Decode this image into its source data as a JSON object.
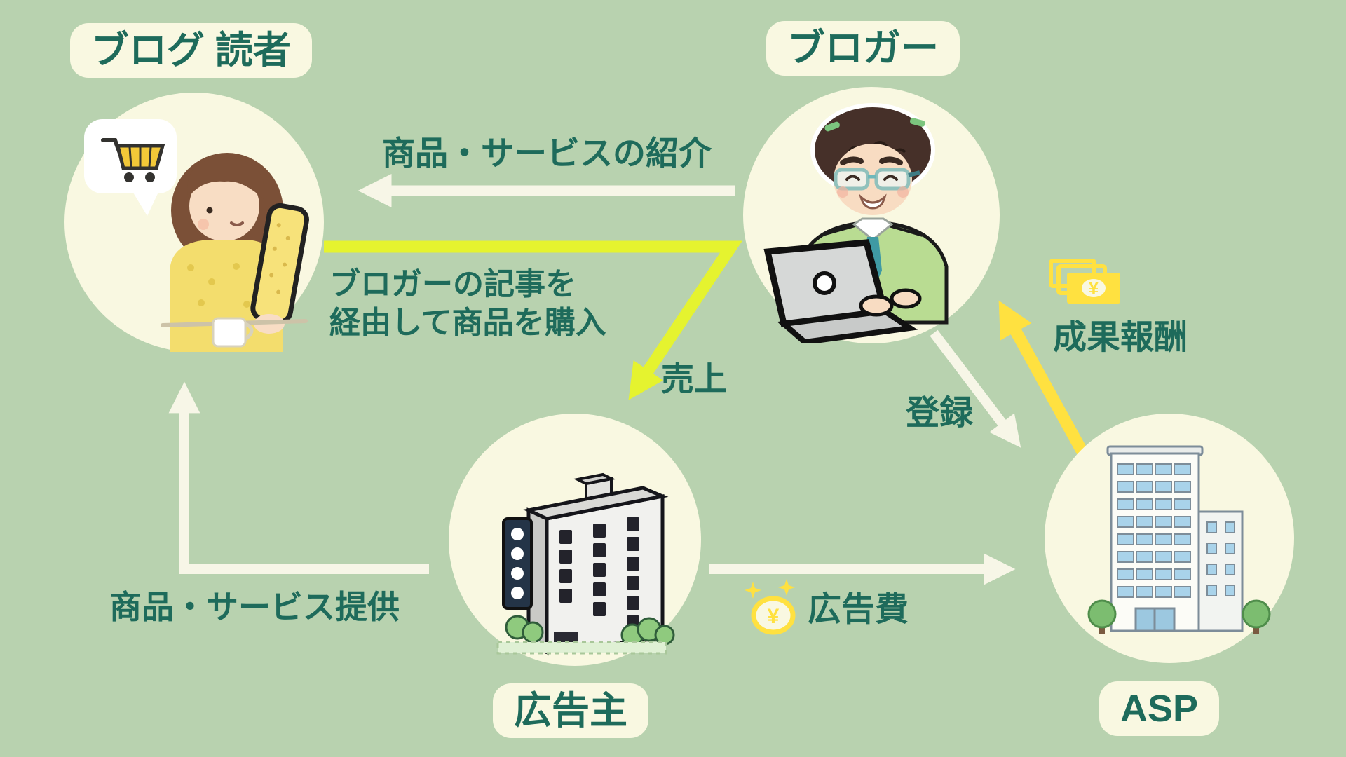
{
  "palette": {
    "background": "#b8d2af",
    "node_fill": "#f9f8e1",
    "label_background": "#f9f8e1",
    "text": "#1e6b5b",
    "arrow_cream": "#f7f6e7",
    "arrow_lime": "#e5f32f",
    "arrow_gold": "#ffe140",
    "icon_yellow": "#ffe140"
  },
  "nodes": {
    "reader": {
      "label": "ブログ 読者"
    },
    "blogger": {
      "label": "ブロガー"
    },
    "advertiser": {
      "label": "広告主"
    },
    "asp": {
      "label": "ASP"
    }
  },
  "edges": {
    "intro": {
      "label": "商品・サービスの紹介",
      "from": "ブロガー",
      "to": "ブログ 読者",
      "style": "cream"
    },
    "purchase": {
      "line1": "ブロガーの記事を",
      "line2": "経由して商品を購入",
      "from": "ブログ 読者",
      "to": "広告主",
      "style": "lime"
    },
    "sales": {
      "label": "売上"
    },
    "register": {
      "label": "登録",
      "from": "ブロガー",
      "to": "ASP",
      "style": "cream"
    },
    "reward": {
      "label": "成果報酬",
      "from": "ASP",
      "to": "ブロガー",
      "style": "gold"
    },
    "ad_fee": {
      "label": "広告費",
      "from": "広告主",
      "to": "ASP",
      "style": "cream"
    },
    "provide": {
      "label": "商品・サービス提供",
      "from": "広告主",
      "to": "ブログ 読者",
      "style": "cream"
    }
  },
  "icons": {
    "yen_symbol": "¥",
    "banknotes": "yen-banknotes-icon",
    "coin": "yen-coin-icon",
    "cart": "shopping-cart-icon"
  }
}
